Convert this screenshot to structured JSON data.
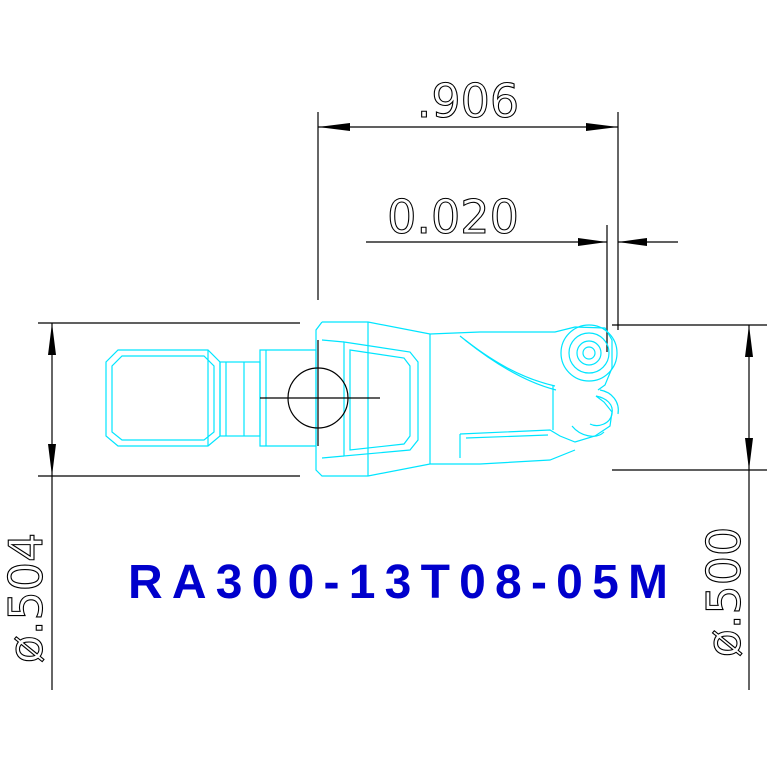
{
  "drawing": {
    "part_number": "RA300-13T08-05M",
    "colors": {
      "dimension": "#000000",
      "part_outline": "#00e5ff",
      "part_number": "#0000cc",
      "background": "#ffffff"
    },
    "dimensions": {
      "overall_length": ".906",
      "offset": "0.020",
      "left_diameter": "ø.504",
      "right_diameter": "ø.500"
    }
  }
}
